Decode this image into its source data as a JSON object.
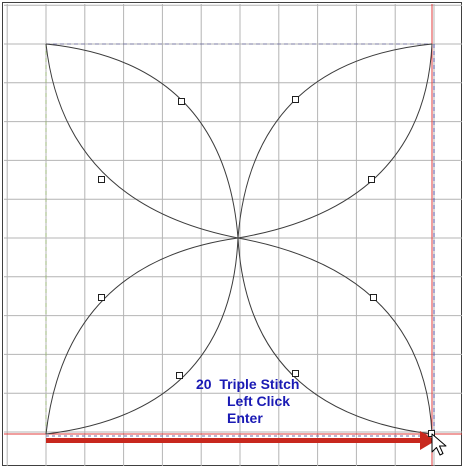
{
  "instruction": {
    "step_number": "20",
    "stitch_type": "Triple Stitch",
    "action_1": "Left Click",
    "action_2": "Enter"
  },
  "colors": {
    "grid_line": "#b4b4b4",
    "design_curve": "#3c3c3c",
    "boundary_dashed": "#7878a0",
    "boundary_left_dashed": "#9ab47a",
    "guide_red": "#e03c3c",
    "arrow_red": "#c8281e",
    "instruction_text": "#1a1ab4",
    "control_point_fill": "#ffffff",
    "control_point_stroke": "#202020"
  },
  "icons": {
    "cursor": "mouse-pointer-icon",
    "direction": "right-arrow-icon"
  }
}
